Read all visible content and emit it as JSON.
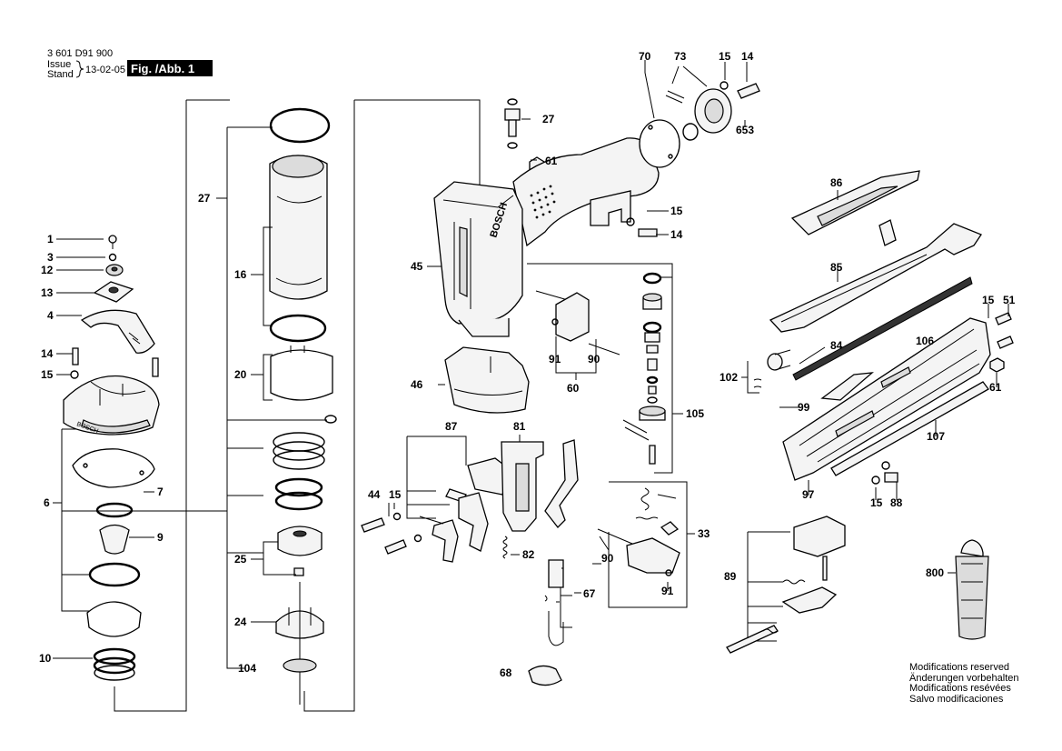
{
  "header": {
    "doc_number": "3 601 D91 900",
    "issue_label": "Issue",
    "stand_label": "Stand",
    "date": "13-02-05",
    "figure": "Fig. /Abb. 1"
  },
  "notes": [
    "Modifications reserved",
    "Änderungen vorbehalten",
    "Modifications resévées",
    "Salvo modificaciones"
  ],
  "brand_text": "BOSCH",
  "labels": {
    "l1": "1",
    "l3": "3",
    "l12": "12",
    "l13": "13",
    "l4": "4",
    "l14a": "14",
    "l15a": "15",
    "l6": "6",
    "l7": "7",
    "l9": "9",
    "l10": "10",
    "l27a": "27",
    "l16": "16",
    "l20": "20",
    "l25": "25",
    "l24": "24",
    "l104": "104",
    "l27b": "27",
    "l61a": "61",
    "l45": "45",
    "l46": "46",
    "l70": "70",
    "l73": "73",
    "l15b": "15",
    "l14b": "14",
    "l653": "653",
    "l15c": "15",
    "l14c": "14",
    "l91a": "91",
    "l90a": "90",
    "l60": "60",
    "l105": "105",
    "l87": "87",
    "l81": "81",
    "l44": "44",
    "l15d": "15",
    "l82": "82",
    "l90b": "90",
    "l67": "67",
    "l68": "68",
    "l33": "33",
    "l91b": "91",
    "l86": "86",
    "l85": "85",
    "l15e": "15",
    "l51": "51",
    "l84": "84",
    "l106": "106",
    "l102": "102",
    "l61b": "61",
    "l99": "99",
    "l107": "107",
    "l97": "97",
    "l15f": "15",
    "l88": "88",
    "l89": "89",
    "l800": "800"
  }
}
